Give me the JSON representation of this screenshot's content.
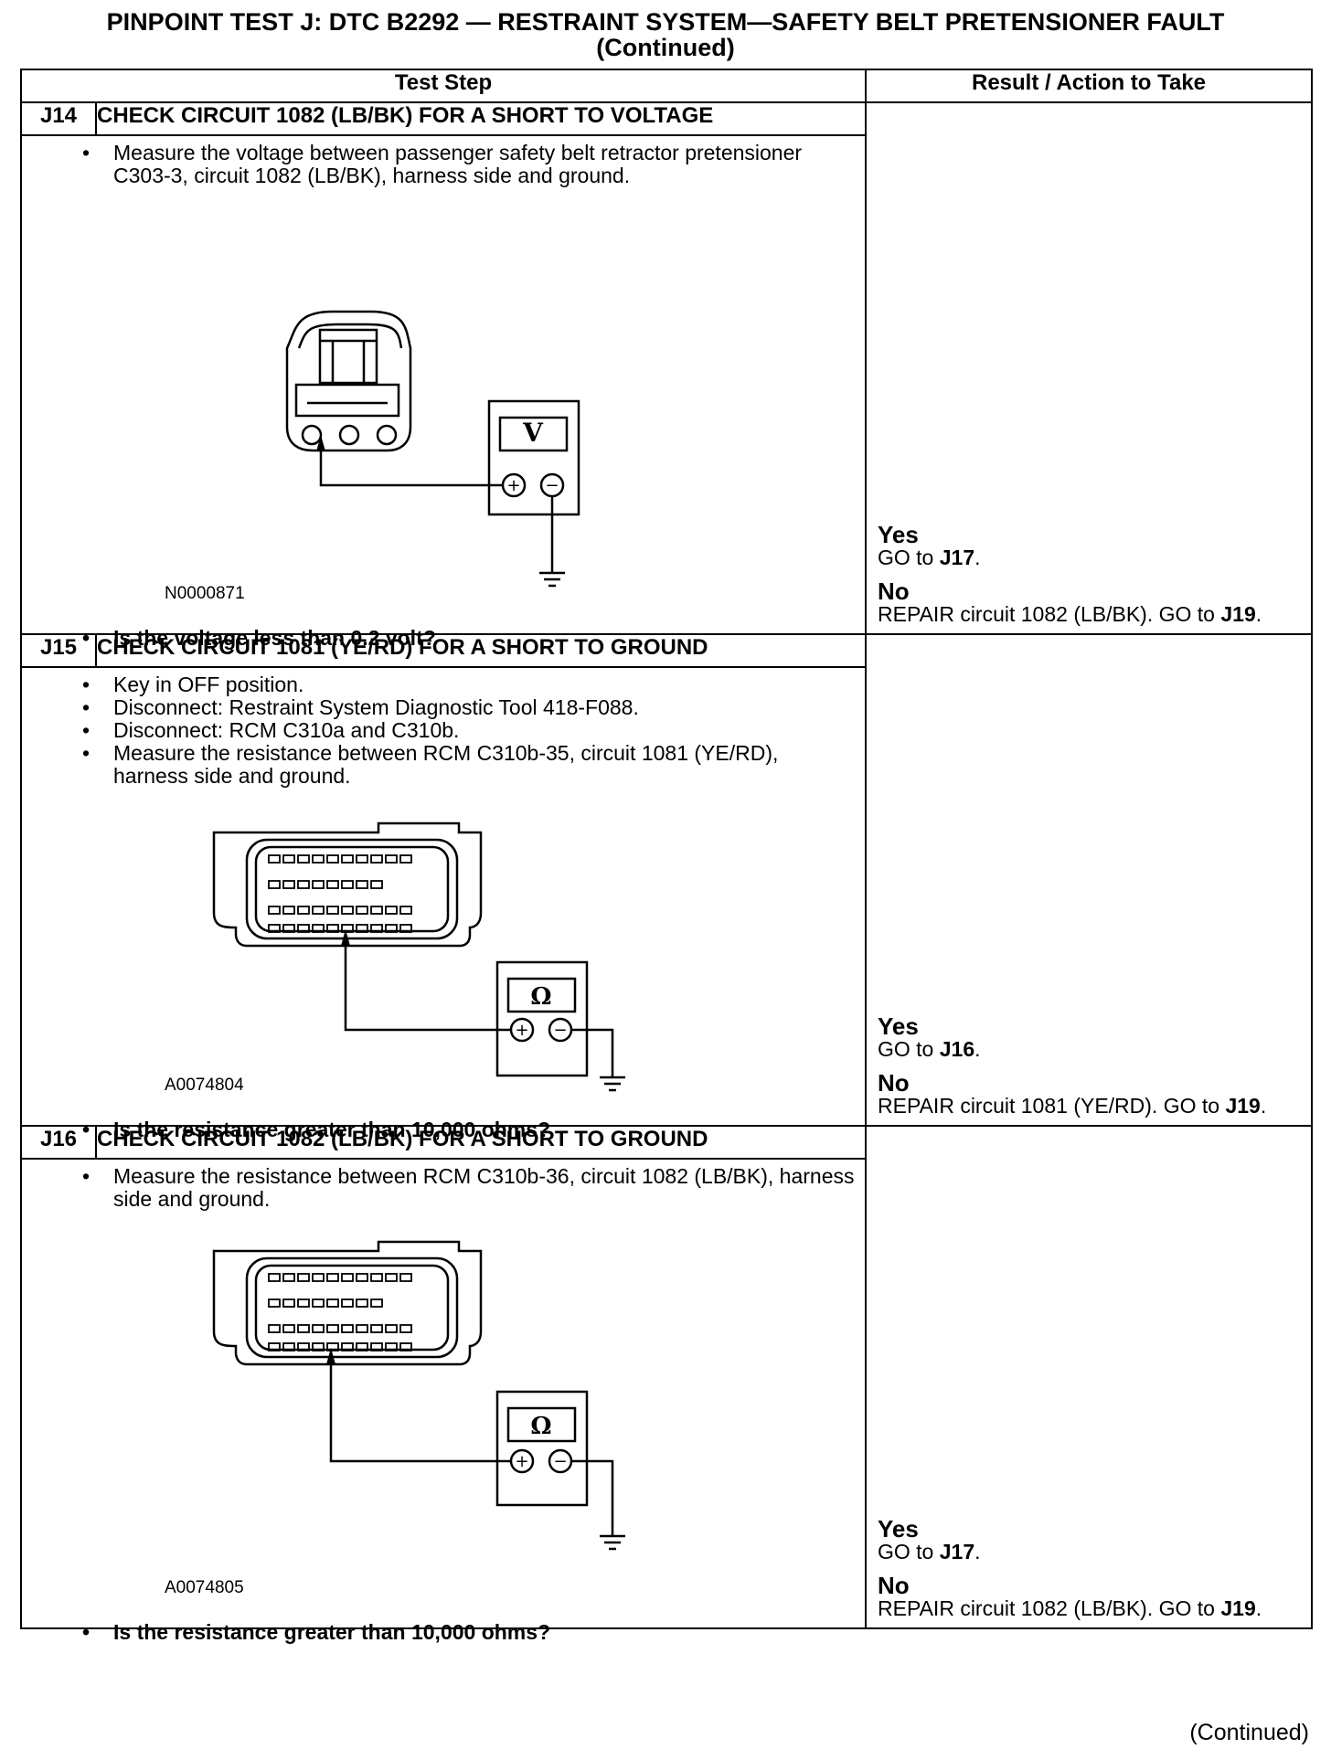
{
  "header": {
    "title": "PINPOINT TEST  J: DTC B2292 — RESTRAINT SYSTEM—SAFETY BELT PRETENSIONER FAULT",
    "subtitle": "(Continued)"
  },
  "table": {
    "col_step": "Test Step",
    "col_result": "Result / Action to Take"
  },
  "steps": [
    {
      "id": "J14",
      "title": "CHECK CIRCUIT 1082 (LB/BK) FOR A SHORT TO VOLTAGE",
      "bullets": [
        "Measure the voltage between passenger safety belt retractor pretensioner C303-3, circuit 1082 (LB/BK), harness side and ground."
      ],
      "figure_id": "N0000871",
      "meter_symbol": "V",
      "question": "Is the voltage less than 0.2 volt?",
      "yes_label": "Yes",
      "yes_text": "GO to ",
      "yes_target": "J17",
      "yes_end": ".",
      "no_label": "No",
      "no_text": "REPAIR circuit 1082 (LB/BK). GO to ",
      "no_target": "J19",
      "no_end": "."
    },
    {
      "id": "J15",
      "title": "CHECK CIRCUIT 1081 (YE/RD) FOR A SHORT TO GROUND",
      "bullets": [
        "Key in OFF position.",
        "Disconnect: Restraint System Diagnostic Tool 418-F088.",
        "Disconnect: RCM C310a and C310b.",
        "Measure the resistance between RCM C310b-35, circuit 1081 (YE/RD), harness side and ground."
      ],
      "figure_id": "A0074804",
      "meter_symbol": "Ω",
      "question": "Is the resistance greater than 10,000 ohms?",
      "yes_label": "Yes",
      "yes_text": "GO to ",
      "yes_target": "J16",
      "yes_end": ".",
      "no_label": "No",
      "no_text": "REPAIR circuit 1081 (YE/RD). GO to ",
      "no_target": "J19",
      "no_end": "."
    },
    {
      "id": "J16",
      "title": "CHECK CIRCUIT 1082 (LB/BK) FOR A SHORT TO GROUND",
      "bullets": [
        "Measure the resistance between RCM C310b-36, circuit 1082 (LB/BK), harness side and ground."
      ],
      "figure_id": "A0074805",
      "meter_symbol": "Ω",
      "question": "Is the resistance greater than 10,000 ohms?",
      "yes_label": "Yes",
      "yes_text": "GO to ",
      "yes_target": "J17",
      "yes_end": ".",
      "no_label": "No",
      "no_text": "REPAIR circuit 1082 (LB/BK). GO to ",
      "no_target": "J19",
      "no_end": "."
    }
  ],
  "footer": {
    "continued": "(Continued)"
  }
}
